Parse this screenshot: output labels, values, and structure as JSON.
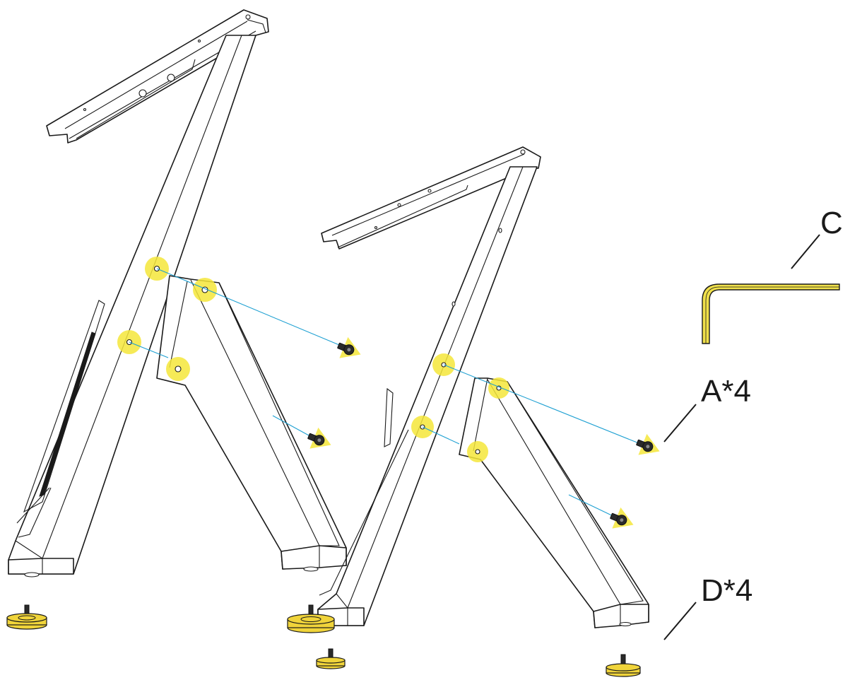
{
  "labels": {
    "allen_key": "C",
    "screws": "A*4",
    "feet": "D*4"
  },
  "colors": {
    "highlight": "#f5e63a",
    "guide_line": "#1ea0d2",
    "allen_key": "#f0e04a",
    "foot": "#f0d43a",
    "line": "#1a1a1a"
  },
  "icons": [
    "allen-key-icon",
    "hex-screw-icon",
    "leveling-foot-icon"
  ]
}
